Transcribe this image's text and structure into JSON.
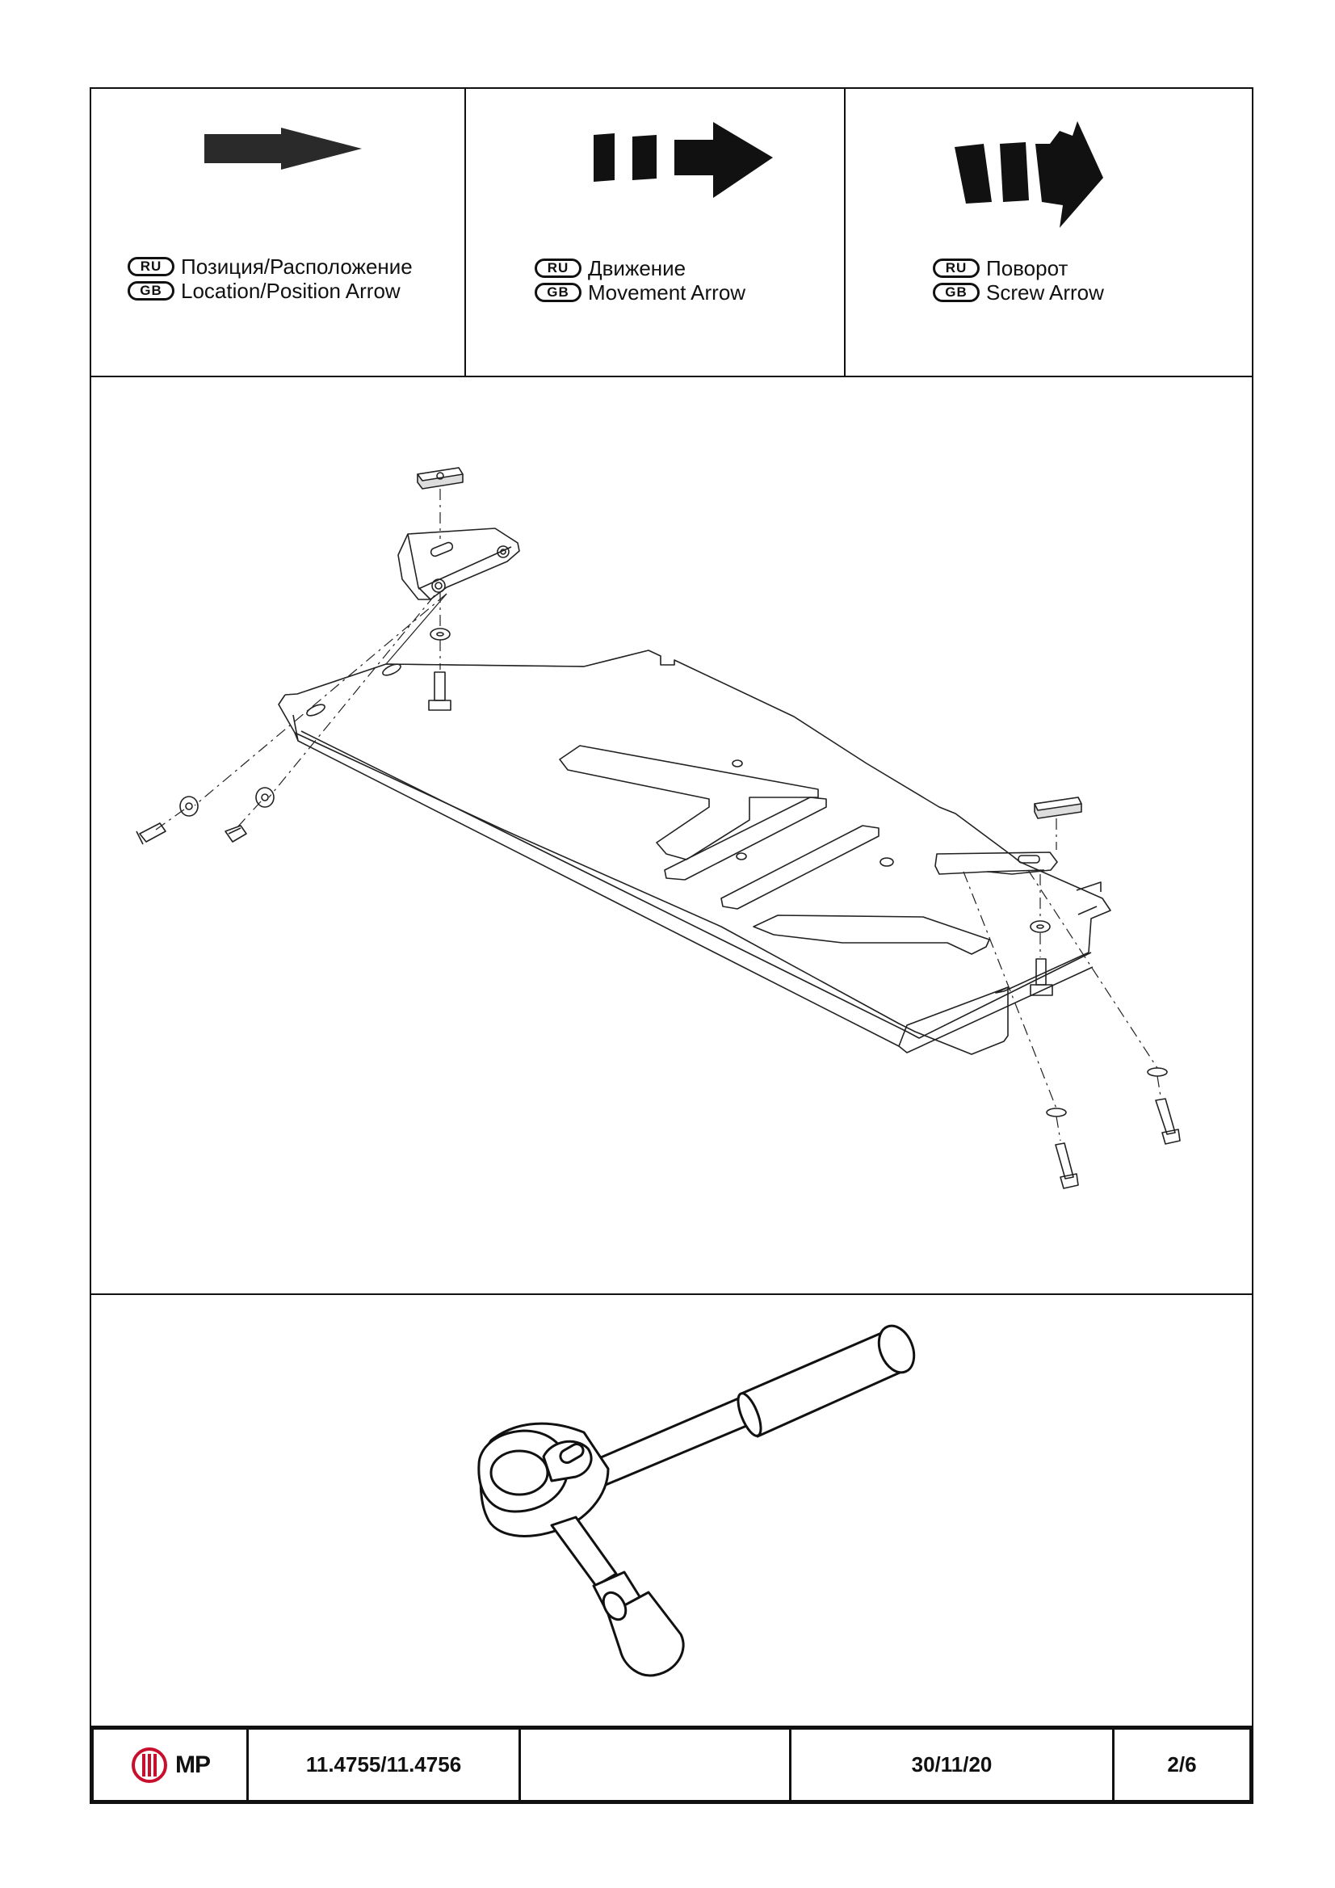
{
  "legend": [
    {
      "icon": "location-arrow-icon",
      "ru_badge": "RU",
      "ru_text": "Позиция/Расположение",
      "gb_badge": "GB",
      "gb_text": "Location/Position Arrow"
    },
    {
      "icon": "movement-arrow-icon",
      "ru_badge": "RU",
      "ru_text": "Движение",
      "gb_badge": "GB",
      "gb_text": "Movement Arrow"
    },
    {
      "icon": "screw-arrow-icon",
      "ru_badge": "RU",
      "ru_text": "Поворот",
      "gb_badge": "GB",
      "gb_text": "Screw Arrow"
    }
  ],
  "diagram": {
    "icon": "skid-plate-assembly-icon"
  },
  "tool": {
    "icon": "ratchet-wrench-icon"
  },
  "footer": {
    "logo_text": "MP",
    "logo_color": "#c8102e",
    "part_number": "11.4755/11.4756",
    "blank": "",
    "date": "30/11/20",
    "page": "2/6"
  }
}
